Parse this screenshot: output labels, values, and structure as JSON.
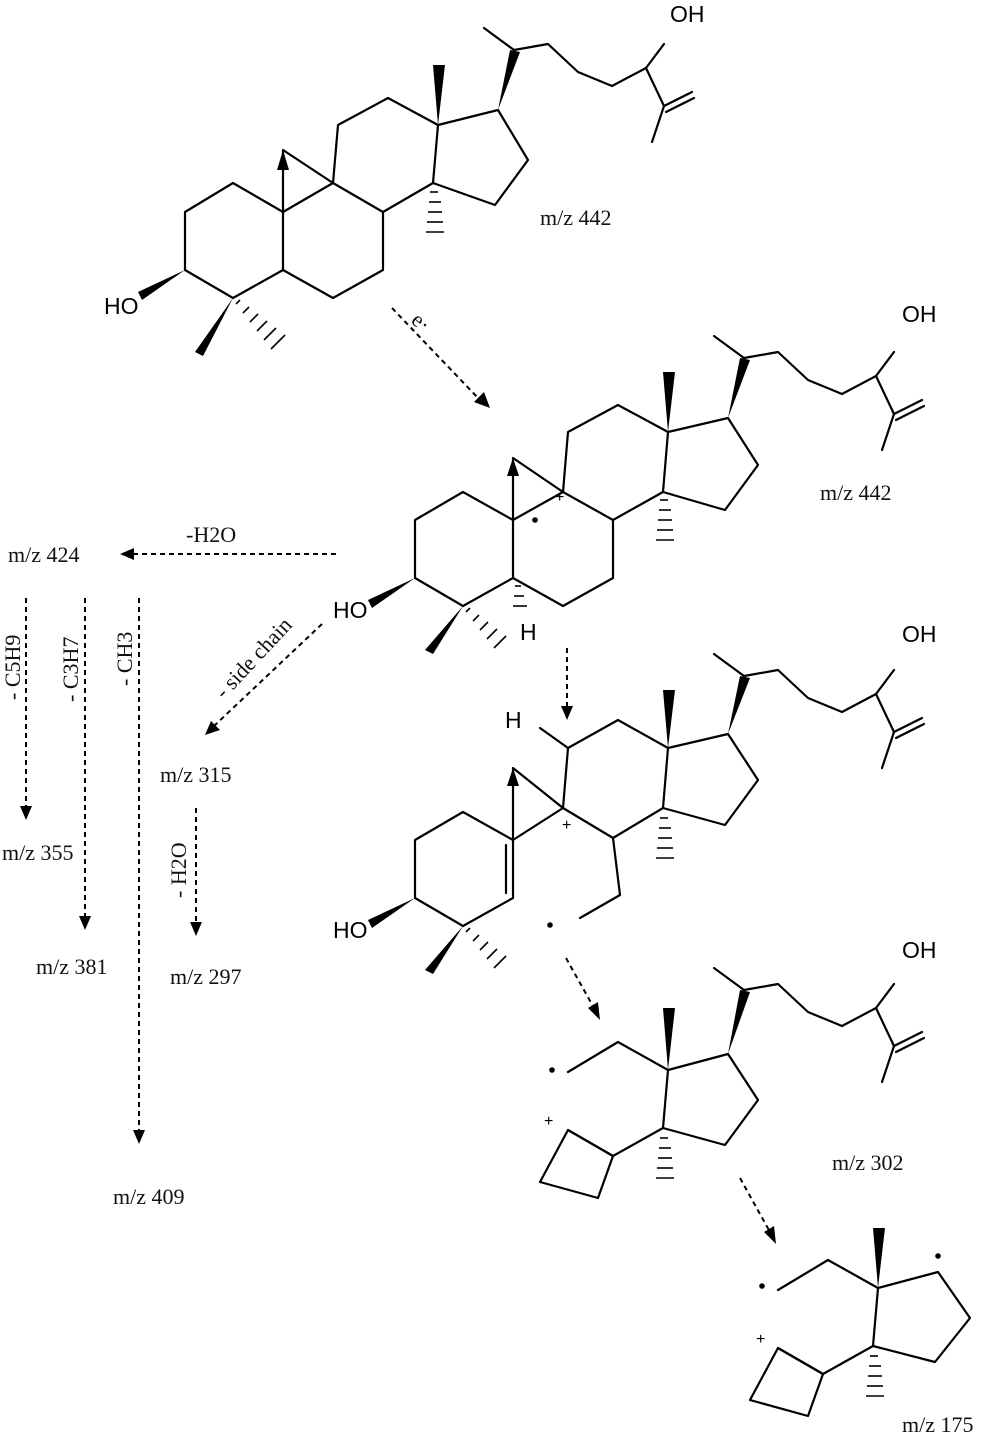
{
  "structures": [
    {
      "mz": "m/z 442"
    },
    {
      "mz": "m/z 442"
    },
    {
      "mz": "m/z 302"
    },
    {
      "mz": "m/z 175"
    }
  ],
  "atom_labels": {
    "hydroxyl": "HO",
    "hydroxyl_side": "OH",
    "hydrogen": "H",
    "plus": "+"
  },
  "arrow_labels": {
    "electron": "e·",
    "minus_water": "-H2O",
    "side_chain": "- side chain",
    "minus_c5h9": "- C5H9",
    "minus_c3h7": "- C3H7",
    "minus_ch3": "- CH3",
    "minus_water_2": "- H2O"
  },
  "fragments": {
    "mz424": "m/z 424",
    "mz355": "m/z 355",
    "mz381": "m/z 381",
    "mz409": "m/z 409",
    "mz315": "m/z 315",
    "mz297": "m/z 297"
  }
}
